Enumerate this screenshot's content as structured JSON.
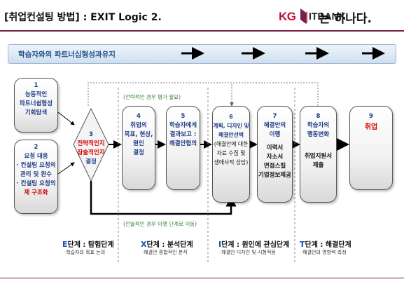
{
  "header": {
    "title": "[취업컨설팅 방법] : EXIT Logic 2.",
    "logo_kg": "KG",
    "logo_itbank": "ITBANK",
    "suffix": "는 하나다."
  },
  "band": {
    "label": "학습자와의 파트너십형성과유지"
  },
  "nodes": {
    "n1": {
      "num": "1",
      "lines": [
        "능동적인",
        "파트너쉽형성",
        "기회탐색"
      ]
    },
    "n2": {
      "num": "2",
      "lines": [
        "요청 대응",
        "· 컨설팅 요청의",
        "관리 및 완수",
        "· 컨설팅 요청의"
      ],
      "red_line": "재 구조화"
    },
    "n3": {
      "num": "3",
      "red_lines": [
        "전략적인지",
        "잠술적인지"
      ],
      "line": "결정"
    },
    "n4": {
      "num": "4",
      "lines": [
        "취업의",
        "목표, 현상,",
        "원인",
        "결정"
      ]
    },
    "n5": {
      "num": "5",
      "lines": [
        "학습자에게",
        "결과보고 :",
        "해결안협의"
      ]
    },
    "n6": {
      "num": "6",
      "lines": [
        "계획, 디자인 및",
        "해결안선택"
      ],
      "sub_lines": [
        "(해결안에 대한",
        "자료 수집 및",
        "생애사적 상담)"
      ]
    },
    "n7": {
      "num": "7",
      "lines": [
        "해결안의",
        "이행"
      ],
      "black_lines": [
        "이력서",
        "자소서",
        "면접스킬",
        "기업정보제공"
      ]
    },
    "n8": {
      "num": "8",
      "lines": [
        "학습자의",
        "행동변화"
      ],
      "black_lines": [
        "취업지원서",
        "제출"
      ]
    },
    "n9": {
      "num": "9",
      "red_line": "취업"
    }
  },
  "notes": {
    "top": "(전략적인 경우 평가 필요)",
    "bottom": "(전술적인 경우 이행 단계로 이동)"
  },
  "phases": [
    {
      "letter": "E",
      "title": "단계 : 탐험단계",
      "desc": "·학습자의 목표 논의"
    },
    {
      "letter": "X",
      "title": "단계 : 분석단계",
      "desc": "·해결안 종합적인 분석"
    },
    {
      "letter": "I",
      "title": "단계 : 원인에 관심단계",
      "desc": "·해결안 디자인 및 시험적용"
    },
    {
      "letter": "T",
      "title": "단계 : 해결단계",
      "desc": "·해결안의 영향력 측정"
    }
  ],
  "colors": {
    "accent": "#1f3c88",
    "highlight": "#d40000",
    "note": "#2e7d32",
    "brand": "#c0143c",
    "rule": "#7a2040"
  }
}
